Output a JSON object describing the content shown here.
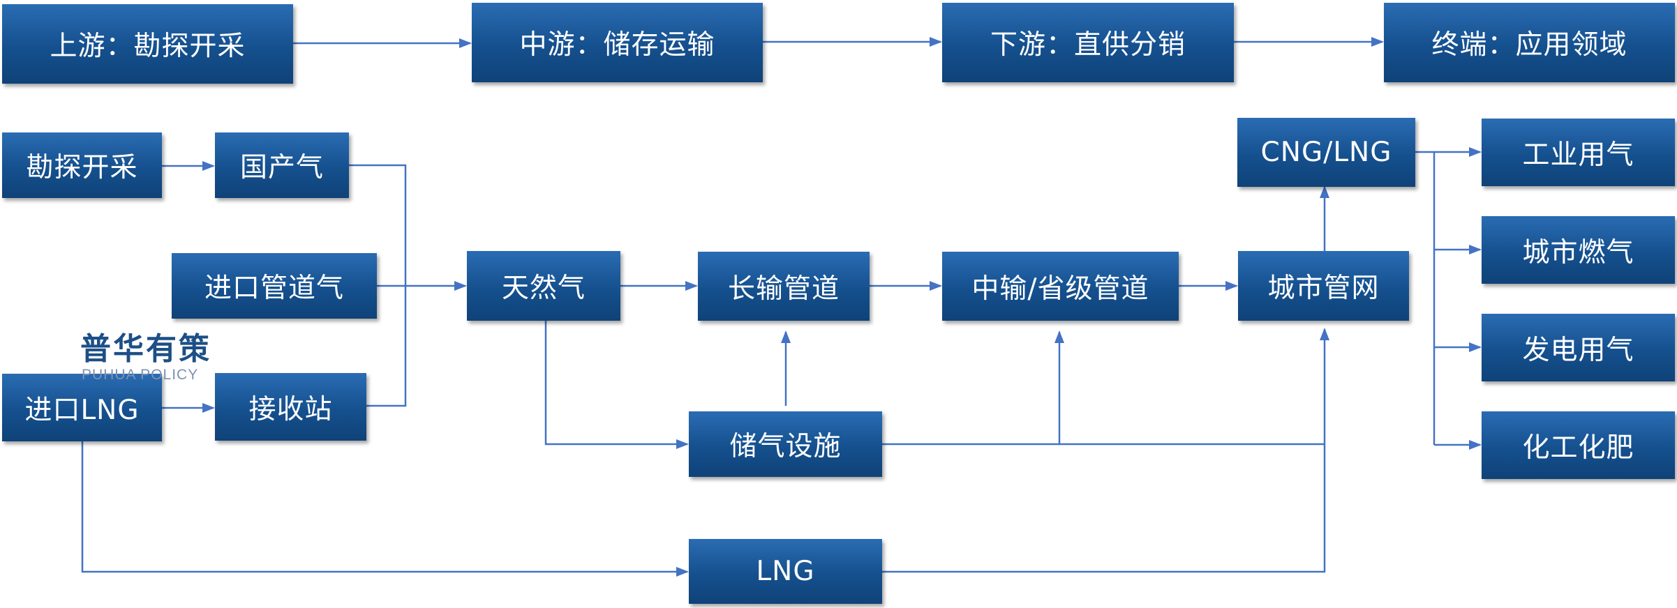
{
  "chain": {
    "upstream": "上游：勘探开采",
    "midstream": "中游：储存运输",
    "downstream": "下游：直供分销",
    "terminal": "终端：应用领域"
  },
  "nodes": {
    "exploration": "勘探开采",
    "domestic_gas": "国产气",
    "import_pipeline_gas": "进口管道气",
    "import_lng": "进口LNG",
    "receiving_station": "接收站",
    "natural_gas": "天然气",
    "long_distance_pipeline": "长输管道",
    "mid_provincial_pipeline": "中输/省级管道",
    "city_network": "城市管网",
    "storage_facility": "储气设施",
    "lng": "LNG",
    "cng_lng": "CNG/LNG"
  },
  "applications": [
    "工业用气",
    "城市燃气",
    "发电用气",
    "化工化肥"
  ],
  "watermark": {
    "cn": "普华有策",
    "en": "PUHUA POLICY"
  }
}
